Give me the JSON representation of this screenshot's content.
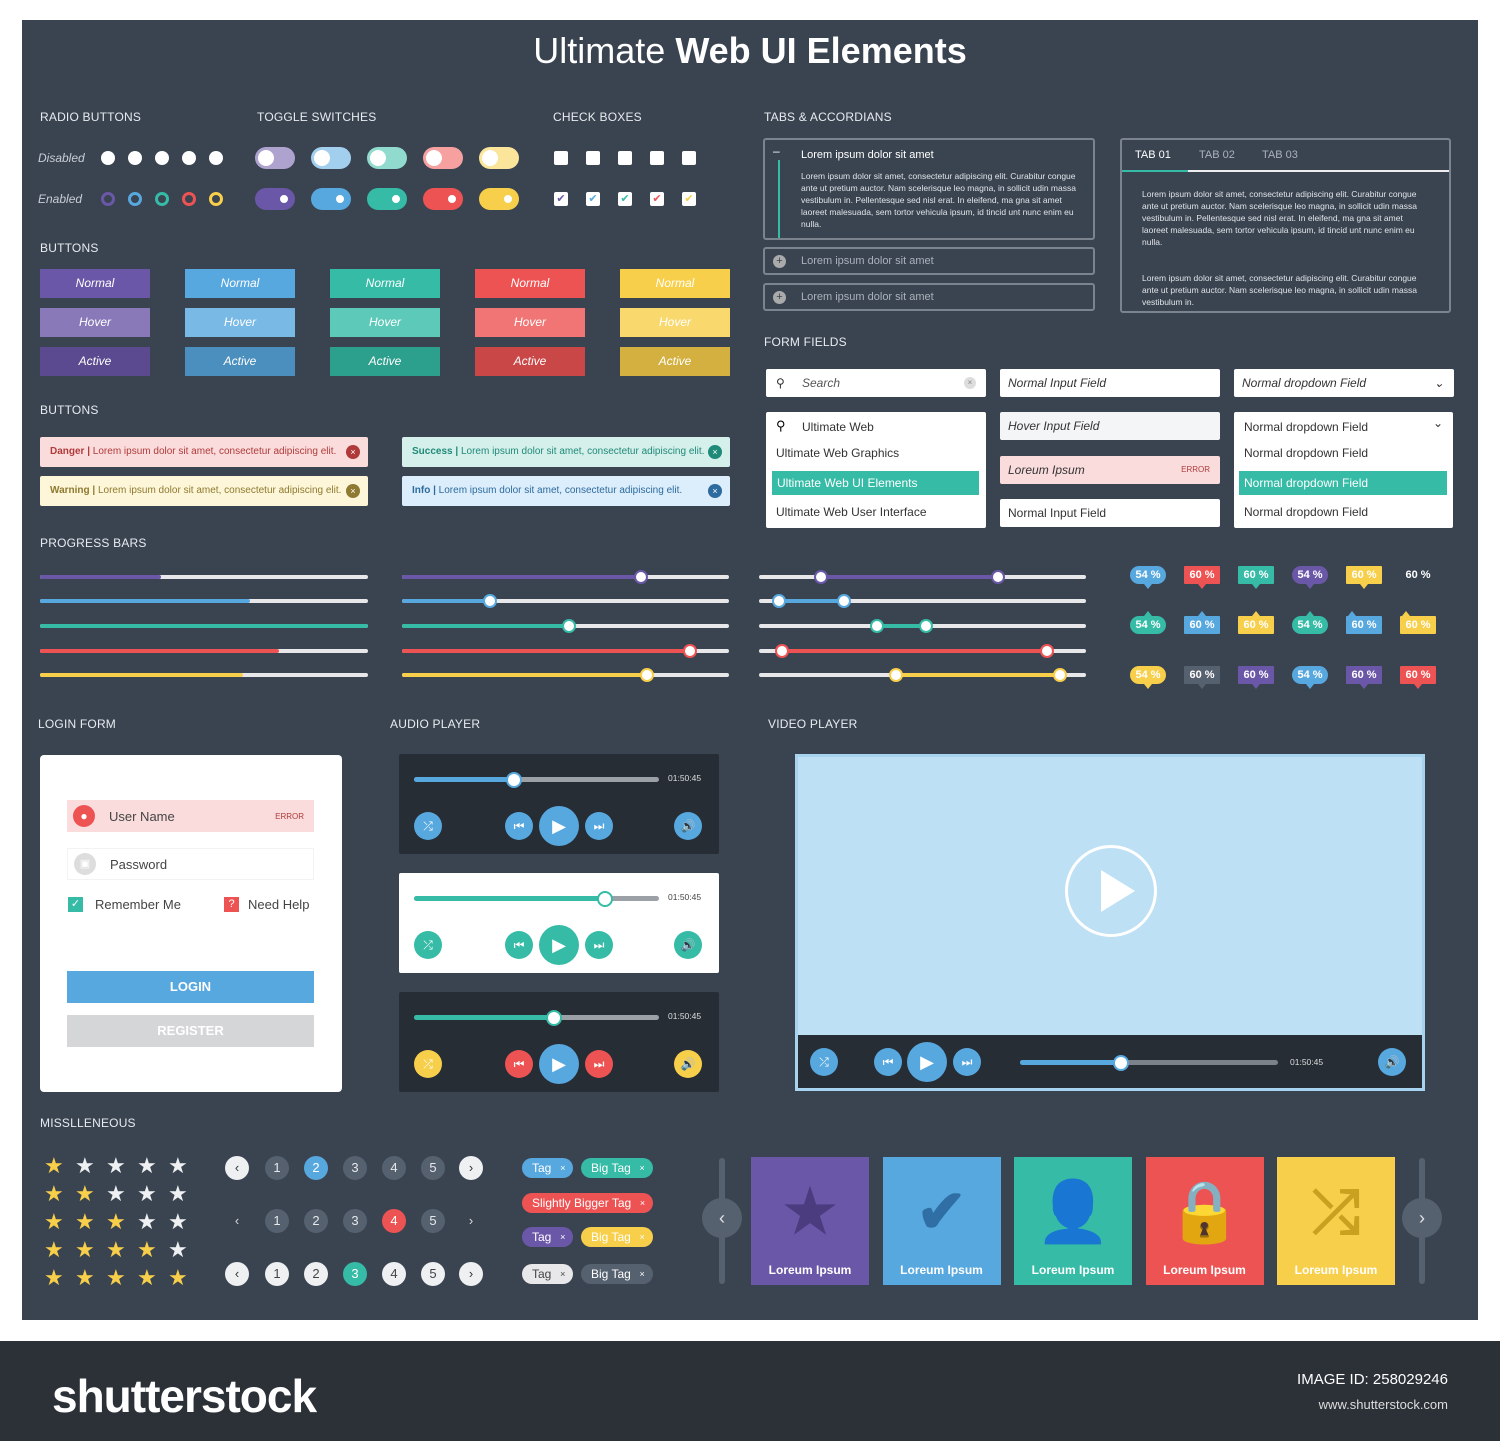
{
  "title": {
    "light": "Ultimate",
    "bold": "Web UI Elements"
  },
  "colors": {
    "purple": "#6b57a8",
    "blue": "#58a8e0",
    "teal": "#35bba6",
    "red": "#ee5353",
    "yellow": "#f8cf4a",
    "panel": "#3a4451"
  },
  "sections": {
    "radio": "RADIO BUTTONS",
    "toggle": "TOGGLE SWITCHES",
    "check": "CHECK BOXES",
    "tabs": "TABS & ACCORDIANS",
    "buttons": "BUTTONS",
    "buttons2": "BUTTONS",
    "forms": "FORM FIELDS",
    "progress": "PROGRESS BARS",
    "login": "LOGIN FORM",
    "audio": "AUDIO PLAYER",
    "video": "VIDEO PLAYER",
    "misc": "MISSLLENEOUS"
  },
  "states": {
    "disabled": "Disabled",
    "enabled": "Enabled"
  },
  "buttons": {
    "labels": [
      "Normal",
      "Hover",
      "Active"
    ]
  },
  "alerts": [
    {
      "type": "Danger |",
      "text": "Lorem ipsum dolor sit amet, consectetur adipiscing elit.",
      "bg": "#fbdcdc",
      "fg": "#b03a3a"
    },
    {
      "type": "Warning |",
      "text": "Lorem ipsum dolor sit amet, consectetur adipiscing elit.",
      "bg": "#fdf6d8",
      "fg": "#8e7a30"
    },
    {
      "type": "Success |",
      "text": "Lorem ipsum dolor sit amet, consectetur adipiscing elit.",
      "bg": "#d5efeb",
      "fg": "#1f8a78"
    },
    {
      "type": "Info |",
      "text": "Lorem ipsum dolor sit amet, consectetur adipiscing elit.",
      "bg": "#dceefb",
      "fg": "#2d6a9e"
    }
  ],
  "accordion": {
    "open_title": "Lorem ipsum dolor sit amet",
    "open_body": "Lorem ipsum dolor sit amet, consectetur adipiscing elit. Curabitur congue ante ut pretium auctor. Nam scelerisque leo magna, in sollicit udin massa vestibulum in. Pellentesque sed nisl erat. In eleifend, ma gna sit amet laoreet malesuada, sem tortor vehicula ipsum, id tincid unt nunc enim eu nulla.",
    "closed": [
      "Lorem ipsum dolor sit amet",
      "Lorem ipsum dolor sit amet"
    ]
  },
  "tabs": {
    "items": [
      "TAB 01",
      "TAB 02",
      "TAB 03"
    ],
    "active": 0,
    "p1": "Lorem ipsum dolor sit amet, consectetur adipiscing elit. Curabitur congue ante ut pretium auctor. Nam scelerisque leo magna, in sollicit udin massa vestibulum in. Pellentesque sed nisl erat. In eleifend, ma gna sit amet laoreet malesuada, sem tortor vehicula ipsum, id tincid unt nunc enim eu nulla.",
    "p2": "Lorem ipsum dolor sit amet, consectetur adipiscing elit. Curabitur congue ante ut pretium auctor. Nam scelerisque leo magna, in sollicit udin massa vestibulum in."
  },
  "forms": {
    "search_placeholder": "Search",
    "search_value": "Ultimate Web",
    "suggestions": [
      "Ultimate Web Graphics",
      "Ultimate Web UI Elements",
      "Ultimate Web User Interface"
    ],
    "suggestion_selected": 1,
    "normal_input": "Normal Input Field",
    "hover_input": "Hover Input Field",
    "error_input": "Loreum Ipsum",
    "error_label": "ERROR",
    "normal_input2": "Normal Input Field",
    "dropdown_closed": "Normal dropdown Field",
    "dropdown_open": "Normal dropdown Field",
    "dropdown_options": [
      "Normal dropdown Field",
      "Normal dropdown Field",
      "Normal dropdown Field"
    ],
    "dropdown_selected": 1
  },
  "progress": {
    "col1": [
      0.37,
      0.64,
      1.0,
      0.73,
      0.62
    ],
    "col2": [
      0.73,
      0.27,
      0.51,
      0.88,
      0.75
    ],
    "col3": [
      [
        0.19,
        0.73
      ],
      [
        0.06,
        0.26
      ],
      [
        0.36,
        0.51
      ],
      [
        0.07,
        0.88
      ],
      [
        0.42,
        0.92
      ]
    ]
  },
  "badges": [
    [
      {
        "t": "54 %",
        "c": "blue"
      },
      {
        "t": "60 %",
        "c": "red"
      },
      {
        "t": "60 %",
        "c": "teal"
      },
      {
        "t": "54 %",
        "c": "purple"
      },
      {
        "t": "60 %",
        "c": "yellow"
      },
      {
        "t": "60 %",
        "c": "none"
      }
    ],
    [
      {
        "t": "54 %",
        "c": "teal"
      },
      {
        "t": "60 %",
        "c": "blue"
      },
      {
        "t": "60 %",
        "c": "yellow"
      },
      {
        "t": "54 %",
        "c": "teal"
      },
      {
        "t": "60 %",
        "c": "blue"
      },
      {
        "t": "60 %",
        "c": "yellow"
      }
    ],
    [
      {
        "t": "54 %",
        "c": "yellow"
      },
      {
        "t": "60 %",
        "c": "gray"
      },
      {
        "t": "60 %",
        "c": "purple"
      },
      {
        "t": "54 %",
        "c": "blue"
      },
      {
        "t": "60 %",
        "c": "purple"
      },
      {
        "t": "60 %",
        "c": "red"
      }
    ]
  ],
  "login": {
    "username": "User Name",
    "error": "ERROR",
    "password": "Password",
    "remember": "Remember Me",
    "help": "Need Help",
    "login": "LOGIN",
    "register": "REGISTER"
  },
  "audio": [
    {
      "time": "01:50:45",
      "progress": 0.41,
      "theme": "dark",
      "accent": "blue"
    },
    {
      "time": "01:50:45",
      "progress": 0.78,
      "theme": "light",
      "accent": "teal"
    },
    {
      "time": "01:50:45",
      "progress": 0.57,
      "theme": "dark",
      "accent": "mixed"
    }
  ],
  "video": {
    "time": "01:50:45",
    "progress": 0.39
  },
  "ratings": [
    1,
    2,
    3,
    4,
    5
  ],
  "pagination": [
    {
      "pages": [
        "1",
        "2",
        "3",
        "4",
        "5"
      ],
      "active": 1,
      "style": "dark",
      "accent": "blue"
    },
    {
      "pages": [
        "1",
        "2",
        "3",
        "4",
        "5"
      ],
      "active": 3,
      "style": "dark",
      "accent": "red"
    },
    {
      "pages": [
        "1",
        "2",
        "3",
        "4",
        "5"
      ],
      "active": 2,
      "style": "light",
      "accent": "teal"
    }
  ],
  "tags": [
    [
      {
        "t": "Tag",
        "c": "#58a8e0"
      },
      {
        "t": "Big Tag",
        "c": "#35bba6"
      }
    ],
    [
      {
        "t": "Slightly Bigger Tag",
        "c": "#ee5353"
      }
    ],
    [
      {
        "t": "Tag",
        "c": "#6b57a8"
      },
      {
        "t": "Big Tag",
        "c": "#f8cf4a"
      }
    ],
    [
      {
        "t": "Tag",
        "c": "#e8e8ea",
        "fg": "#444"
      },
      {
        "t": "Big Tag",
        "c": "#566170"
      }
    ]
  ],
  "tiles": [
    {
      "label": "Loreum Ipsum",
      "icon": "star-icon",
      "glyph": "★",
      "c": "#6b57a8",
      "ic": "#4b3c80"
    },
    {
      "label": "Loreum Ipsum",
      "icon": "check-icon",
      "glyph": "✔",
      "c": "#58a8e0",
      "ic": "#2f6fa6"
    },
    {
      "label": "Loreum Ipsum",
      "icon": "user-icon",
      "glyph": "👤",
      "c": "#35bba6",
      "ic": "#1e7f70"
    },
    {
      "label": "Loreum Ipsum",
      "icon": "lock-icon",
      "glyph": "🔒",
      "c": "#ee5353",
      "ic": "#a82c2c"
    },
    {
      "label": "Loreum Ipsum",
      "icon": "shuffle-icon",
      "glyph": "⤮",
      "c": "#f8cf4a",
      "ic": "#c9a020"
    }
  ],
  "footer": {
    "logo": "shutterstock",
    "image_id_label": "IMAGE ID:",
    "image_id": "258029246",
    "url": "www.shutterstock.com"
  }
}
